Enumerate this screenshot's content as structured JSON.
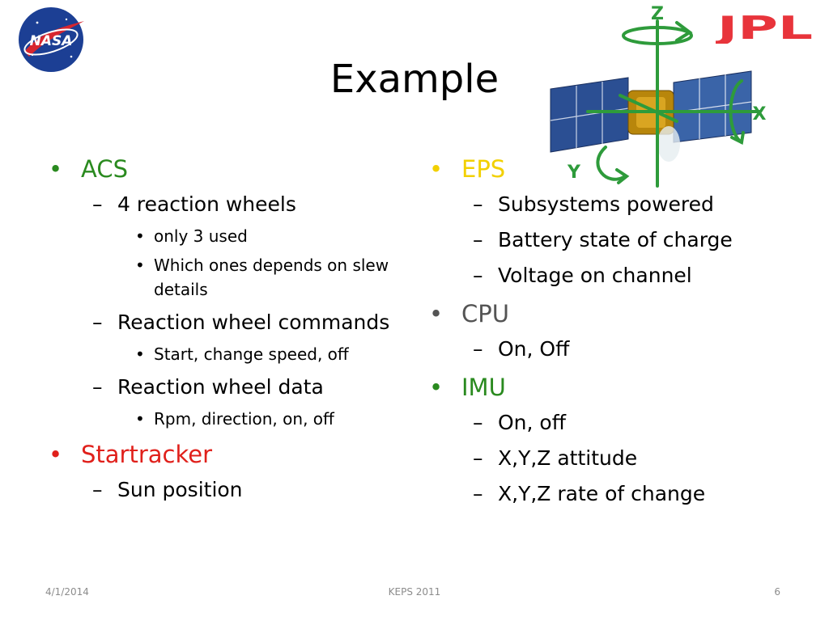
{
  "slide": {
    "title": "Example",
    "page_number": "6",
    "footer_date": "4/1/2014",
    "footer_center": "KEPS 2011"
  },
  "logos": {
    "nasa": {
      "text": "NASA",
      "icon": "nasa-meatball-logo-icon"
    },
    "jpl": {
      "text": "JPL",
      "icon": "jpl-logo-icon",
      "color": "#e8343b"
    }
  },
  "figure": {
    "icon": "spacecraft-axes-diagram-icon",
    "axes": {
      "x": "X",
      "y": "Y",
      "z": "Z"
    },
    "axis_color": "#2e9b3b"
  },
  "colors": {
    "green": "#2a8a1f",
    "red": "#e0201b",
    "yellow": "#f2d000",
    "gray": "#545454",
    "footer": "#8c8c8c"
  },
  "left": {
    "acs": {
      "label": "ACS",
      "wheels": {
        "label": "4 reaction wheels",
        "sub": [
          "only 3 used",
          "Which ones depends on slew details"
        ]
      },
      "commands": {
        "label": "Reaction wheel commands",
        "sub": [
          "Start, change speed, off"
        ]
      },
      "data": {
        "label": "Reaction wheel data",
        "sub": [
          "Rpm, direction, on, off"
        ]
      }
    },
    "startracker": {
      "label": "Startracker",
      "items": [
        "Sun position"
      ]
    }
  },
  "right": {
    "eps": {
      "label": "EPS",
      "items": [
        "Subsystems powered",
        "Battery state of charge",
        "Voltage on channel"
      ]
    },
    "cpu": {
      "label": "CPU",
      "items": [
        "On, Off"
      ]
    },
    "imu": {
      "label": "IMU",
      "items": [
        "On, off",
        "X,Y,Z attitude",
        "X,Y,Z rate of change"
      ]
    }
  }
}
